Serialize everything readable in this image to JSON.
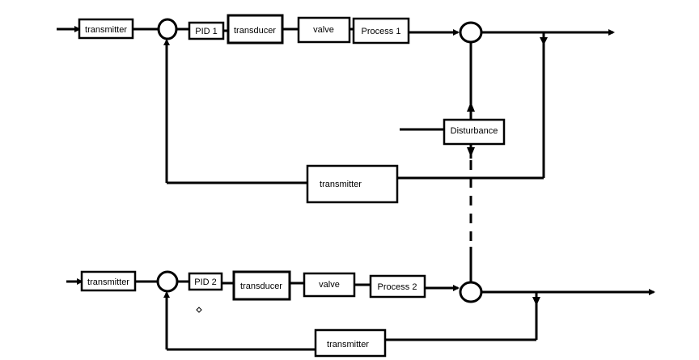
{
  "diagram": {
    "loop1": {
      "input_transmitter": "transmitter",
      "controller": "PID 1",
      "transducer": "transducer",
      "valve": "valve",
      "process": "Process 1",
      "feedback_transmitter": "transmitter"
    },
    "disturbance": "Disturbance",
    "loop2": {
      "input_transmitter": "transmitter",
      "controller": "PID 2",
      "transducer": "transducer",
      "valve": "valve",
      "process": "Process 2",
      "feedback_transmitter": "transmitter"
    }
  }
}
